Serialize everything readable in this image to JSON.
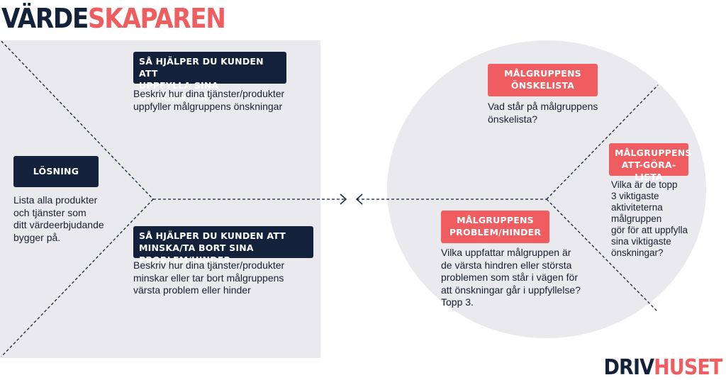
{
  "header": {
    "logo_part1": "VÄRDE",
    "logo_part2": "SKAPAREN"
  },
  "footer": {
    "logo_part1": "DRIV",
    "logo_part2": "HUSET"
  },
  "value_map": {
    "gain_creators": {
      "title_line1": "SÅ HJÄLPER DU KUNDEN ATT",
      "title_line2": "UPPFYLLA SINA ÖNSKNINGAR",
      "text_line1": "Beskriv hur dina tjänster/produkter",
      "text_line2": "uppfyller målgruppens önskningar"
    },
    "solution": {
      "title": "LÖSNING",
      "text_line1": "Lista alla produkter",
      "text_line2": "och tjänster som",
      "text_line3": "ditt värdeerbjudande",
      "text_line4": "bygger på."
    },
    "pain_relievers": {
      "title_line1": "SÅ HJÄLPER DU KUNDEN ATT",
      "title_line2": "MINSKA/TA BORT SINA PROBLEM/HINDER",
      "text_line1": "Beskriv hur dina tjänster/produkter",
      "text_line2": "minskar eller tar bort målgruppens",
      "text_line3": "värsta problem eller hinder"
    }
  },
  "customer_profile": {
    "gains": {
      "title_line1": "MÅLGRUPPENS",
      "title_line2": "ÖNSKELISTA",
      "text_line1": "Vad står på målgruppens",
      "text_line2": "önskelista?"
    },
    "jobs": {
      "title_line1": "MÅLGRUPPENS",
      "title_line2": "ATT-GÖRA-LISTA",
      "text_line1": "Vilka är de topp",
      "text_line2": "3 viktigaste",
      "text_line3": "aktiviteterna",
      "text_line4": "målgruppen",
      "text_line5": "gör för att uppfylla",
      "text_line6": "sina viktigaste",
      "text_line7": "önskningar?"
    },
    "pains": {
      "title_line1": "MÅLGRUPPENS",
      "title_line2": "PROBLEM/HINDER",
      "text_line1": "Vilka uppfattar målgruppen är",
      "text_line2": "de värsta hindren eller största",
      "text_line3": "problemen som står i vägen för",
      "text_line4": "att önskningar går i uppfyllelse?",
      "text_line5": "Topp 3."
    }
  },
  "colors": {
    "navy": "#13213a",
    "red": "#ef5d60",
    "panel": "#e9e9ee"
  }
}
